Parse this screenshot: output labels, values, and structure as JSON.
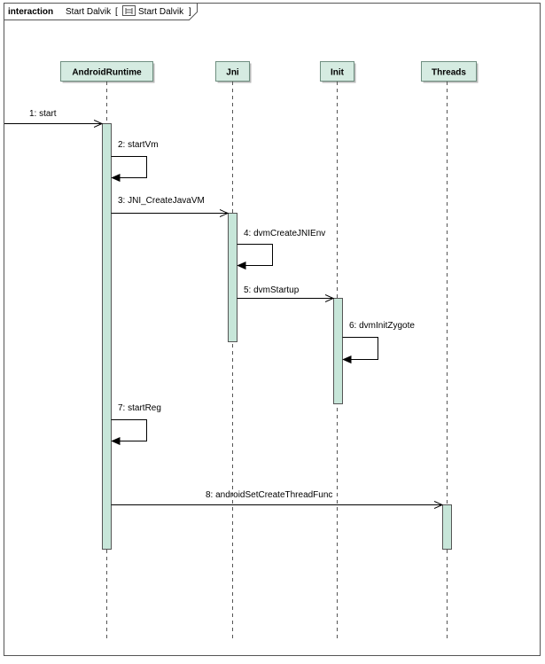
{
  "frame": {
    "keyword": "interaction",
    "name": "Start Dalvik",
    "bracket_open": "[",
    "reference": "Start Dalvik",
    "bracket_close": "]"
  },
  "colors": {
    "lifeline_fill": "#d5ebe1",
    "activation_fill": "#c7e6d9",
    "stroke": "#000000",
    "lifeline_border": "#6f8f80",
    "dash": "#555555"
  },
  "icons": {
    "frame_reference": "sequence-diagram-icon"
  },
  "lifelines": [
    {
      "id": "androidruntime",
      "label": "AndroidRuntime"
    },
    {
      "id": "jni",
      "label": "Jni"
    },
    {
      "id": "init",
      "label": "Init"
    },
    {
      "id": "threads",
      "label": "Threads"
    }
  ],
  "messages": [
    {
      "seq": "1",
      "label": "1:  start",
      "from": "external",
      "to": "androidruntime"
    },
    {
      "seq": "2",
      "label": "2:  startVm",
      "from": "androidruntime",
      "to": "androidruntime"
    },
    {
      "seq": "3",
      "label": "3:  JNI_CreateJavaVM",
      "from": "androidruntime",
      "to": "jni"
    },
    {
      "seq": "4",
      "label": "4:  dvmCreateJNIEnv",
      "from": "jni",
      "to": "jni"
    },
    {
      "seq": "5",
      "label": "5:  dvmStartup",
      "from": "jni",
      "to": "init"
    },
    {
      "seq": "6",
      "label": "6:  dvmInitZygote",
      "from": "init",
      "to": "init"
    },
    {
      "seq": "7",
      "label": "7:  startReg",
      "from": "androidruntime",
      "to": "androidruntime"
    },
    {
      "seq": "8",
      "label": "8:  androidSetCreateThreadFunc",
      "from": "androidruntime",
      "to": "threads"
    }
  ]
}
